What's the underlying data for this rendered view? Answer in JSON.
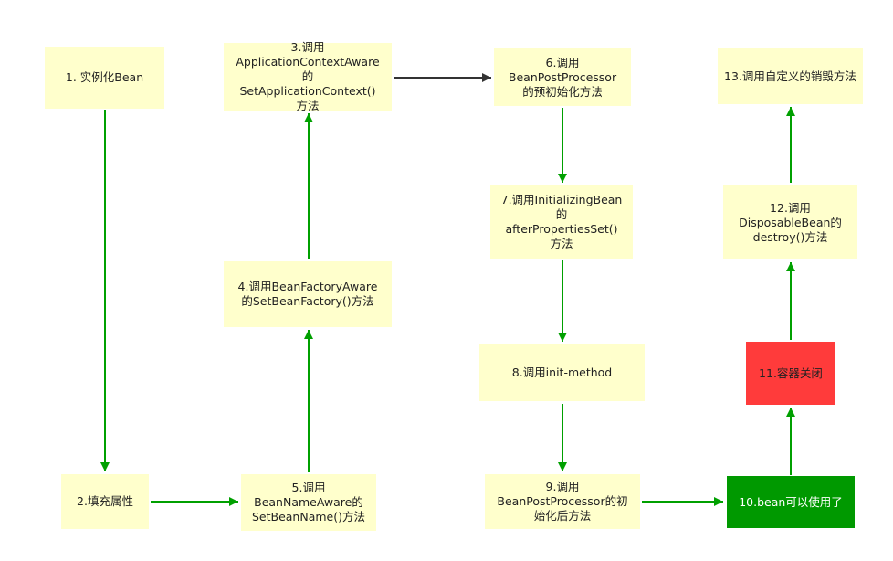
{
  "nodes": {
    "n1": "1. 实例化Bean",
    "n2": "2.填充属性",
    "n3": "3.调用\nApplicationContextAware\n的\nSetApplicationContext()\n方法",
    "n4": "4.调用BeanFactoryAware\n的SetBeanFactory()方法",
    "n5": "5.调用\nBeanNameAware的\nSetBeanName()方法",
    "n6": "6.调用\nBeanPostProcessor\n的预初始化方法",
    "n7": "7.调用InitializingBean\n的\nafterPropertiesSet()\n方法",
    "n8": "8.调用init-method",
    "n9": "9.调用\nBeanPostProcessor的初\n始化后方法",
    "n10": "10.bean可以使用了",
    "n11": "11.容器关闭",
    "n12": "12.调用\nDisposableBean的\ndestroy()方法",
    "n13": "13.调用自定义的销毁方法"
  },
  "colors": {
    "node_fill": "#ffffcc",
    "closed_fill": "#ff3b3b",
    "ready_fill": "#009900",
    "arrow_green": "#00a000",
    "arrow_dark": "#333333"
  }
}
